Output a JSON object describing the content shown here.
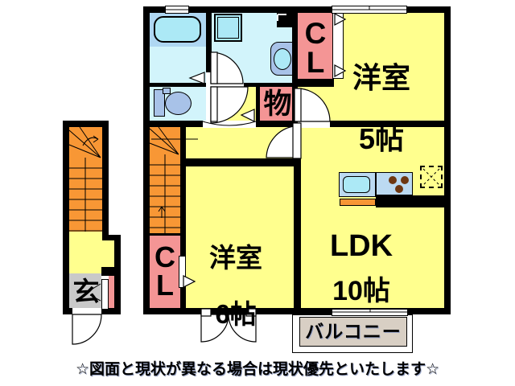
{
  "labels": {
    "west5_line1": "洋室",
    "west5_line2": "5帖",
    "west6_line1": "洋室",
    "west6_line2": "6帖",
    "ldk_line1": "LDK",
    "ldk_line2": "10帖",
    "closet5": "CL",
    "closet6": "CL",
    "storage": "物",
    "genkan": "玄",
    "balcony": "バルコニー",
    "disclaimer": "☆図面と現状が異なる場合は現状優先といたします☆"
  },
  "colors": {
    "room_yellow": "#FFFF8E",
    "stairs_orange": "#F89735",
    "closet_pink": "#F49595",
    "wet_room_cyan": "#D2F4FB",
    "tub_zone_blue": "#AFD7F2",
    "fixture_cyan": "#ACE9F6",
    "fixture_blue": "#A8C2E8",
    "counter_blue": "#BCDAF2",
    "genkan_gray": "#C9C9C9",
    "balcony_beige": "#D8CFC4",
    "wall_black": "#000000"
  }
}
